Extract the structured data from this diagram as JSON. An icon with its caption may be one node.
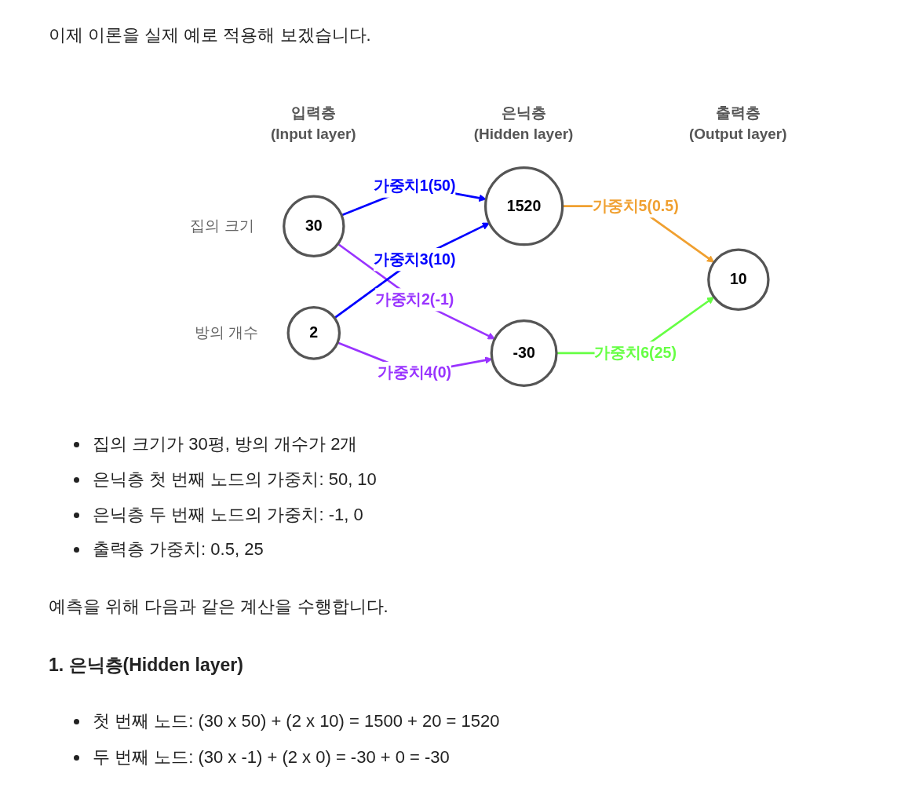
{
  "diagram": {
    "nodes": [
      {
        "text": [
          "30"
        ],
        "beside": [
          "집의 크기"
        ]
      },
      {
        "text": [
          "2"
        ],
        "beside": [
          "방의 개수"
        ]
      },
      {
        "text": [
          "1520"
        ]
      },
      {
        "text": [
          "-30"
        ]
      },
      {
        "text": [
          "10"
        ]
      }
    ],
    "edges": [
      {
        "from": 0,
        "to": 2,
        "arrow": "to",
        "label": "가중치1(50)",
        "color": "#0000ff"
      },
      {
        "from": 0,
        "to": 3,
        "arrow": "to",
        "label": "가중치2(-1)",
        "color": "#9933ff"
      },
      {
        "from": 1,
        "to": 2,
        "arrow": "to",
        "label": "가중치3(10)",
        "color": "#0000ff"
      },
      {
        "from": 1,
        "to": 3,
        "arrow": "to",
        "label": "가중치4(0)",
        "color": "#9933ff"
      },
      {
        "from": 2,
        "to": 4,
        "arrow": "to",
        "label": "가중치5(0.5)",
        "color": "#f0a030"
      },
      {
        "from": 3,
        "to": 4,
        "arrow": "to",
        "label": "가중치6(25)",
        "color": "#66ff44"
      }
    ],
    "labels": [
      "이제 이론을 실제 예로 적용해 보겠습니다.",
      "입력층",
      "(Input layer)",
      "은닉층",
      "(Hidden layer)",
      "출력층",
      "(Output layer)",
      "집의 크기가 30평, 방의 개수가 2개",
      "은닉층 첫 번째 노드의 가중치: 50, 10",
      "은닉층 두 번째 노드의 가중치: -1, 0",
      "출력층 가중치: 0.5, 25",
      "예측을 위해 다음과 같은 계산을 수행합니다.",
      "1. 은닉층(Hidden layer)",
      "첫 번째 노드: (30 x 50) + (2 x 10) = 1500 + 20 = 1520",
      "두 번째 노드: (30 x -1) + (2 x 0) = -30 + 0 = -30"
    ]
  }
}
